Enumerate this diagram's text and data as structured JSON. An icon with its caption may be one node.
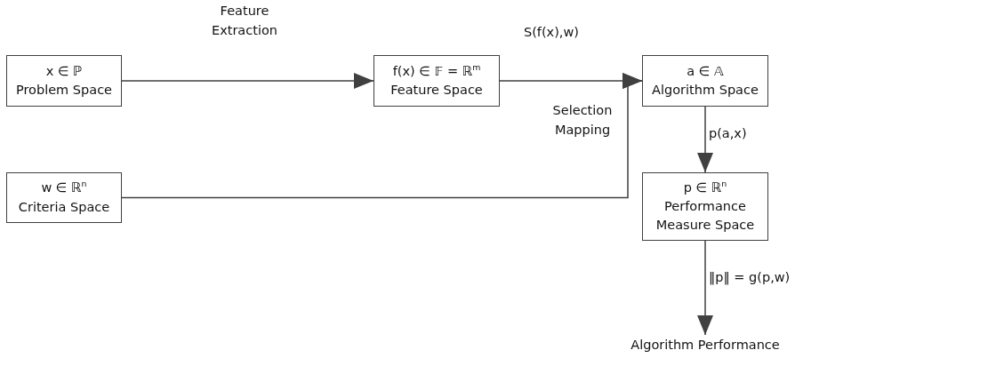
{
  "diagram": {
    "nodes": [
      {
        "text": [
          "x ∈ ℙ",
          "Problem Space"
        ]
      },
      {
        "text": [
          "f(x) ∈ 𝔽 = ℝ$^{m}$",
          "Feature Space"
        ]
      },
      {
        "text": [
          "w ∈ ℝ$^{n}$",
          "Criteria Space"
        ]
      },
      {
        "text": [
          "a ∈ 𝔸",
          "Algorithm Space"
        ]
      },
      {
        "text": [
          "p ∈ ℝ$^{n}$",
          "Performance Measure Space"
        ]
      },
      {
        "text": [
          "Algorithm Performance"
        ]
      }
    ],
    "edges": [
      {
        "from": 0,
        "to": 1,
        "arrow": "to",
        "label": "Feature Extraction"
      },
      {
        "from": 1,
        "to": 3,
        "arrow": "to",
        "label": "S(f(x),w)"
      },
      {
        "from": 2,
        "to": 3,
        "arrow": "to"
      },
      {
        "from": 3,
        "to": 4,
        "arrow": "to",
        "label": "p(a,x)"
      },
      {
        "from": 4,
        "to": 5,
        "arrow": "to",
        "label": "‖p‖ = g(p,w)"
      }
    ],
    "labels": [
      "Selection Mapping"
    ]
  }
}
